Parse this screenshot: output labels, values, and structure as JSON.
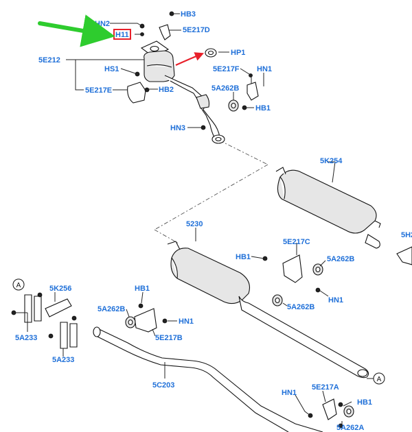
{
  "labels": {
    "HN2": "HN2",
    "H11": "H11",
    "HB3": "HB3",
    "5E217D": "5E217D",
    "HP1": "HP1",
    "5E212": "5E212",
    "HS1": "HS1",
    "5E217E": "5E217E",
    "HB2": "HB2",
    "5E217F": "5E217F",
    "HN1_a": "HN1",
    "5A262B_a": "5A262B",
    "HB1_a": "HB1",
    "HN3": "HN3",
    "5K254": "5K254",
    "5H2": "5H2",
    "5230": "5230",
    "HB1_b": "HB1",
    "5E217C": "5E217C",
    "5A262B_b": "5A262B",
    "HN1_b": "HN1",
    "5A262B_c": "5A262B",
    "A_1": "A",
    "5K256": "5K256",
    "HB1_c": "HB1",
    "5A262B_d": "5A262B",
    "HN1_c": "HN1",
    "5E217B": "5E217B",
    "5A233_a": "5A233",
    "5A233_b": "5A233",
    "5C203": "5C203",
    "A_2": "A",
    "HN1_d": "HN1",
    "5E217A": "5E217A",
    "HB1_d": "HB1",
    "5A262A": "5A262A"
  },
  "annotations": {
    "highlight_box_color": "#e8202a",
    "green_arrow_color": "#2ecc2e",
    "red_arrow_color": "#e8202a",
    "label_color": "#1e6fd8"
  }
}
